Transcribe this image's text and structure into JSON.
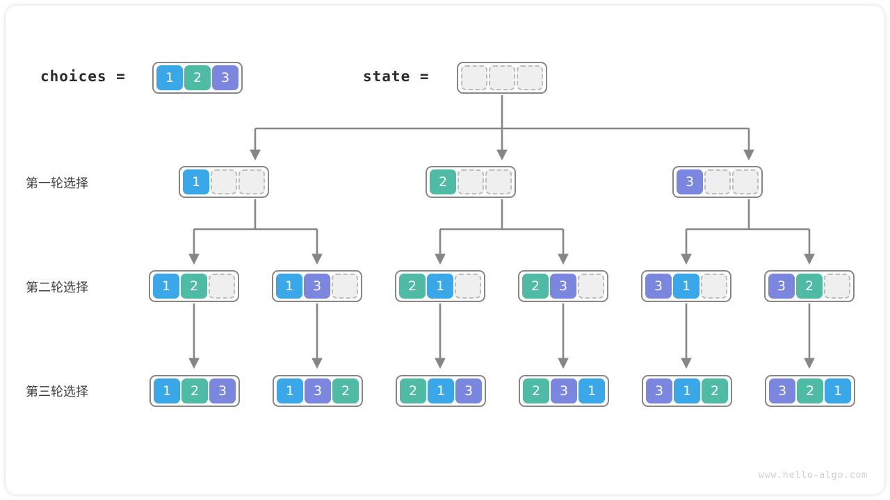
{
  "meta": {
    "watermark": "www.hello-algo.com",
    "title": "Permutation backtracking tree"
  },
  "colors": {
    "value_1": "#3aa8e8",
    "value_2": "#4fbba5",
    "value_3": "#7b86df",
    "empty_fill": "#efefef",
    "empty_border": "#bdbdbd",
    "array_border": "#868686",
    "wire": "#868686",
    "label_text": "#3d3d3d",
    "watermark_text": "#d2d2d2"
  },
  "header": {
    "choices_label": "choices =",
    "choices_values": [
      1,
      2,
      3
    ],
    "state_label": "state =",
    "state_values": [
      null,
      null,
      null
    ]
  },
  "rows": [
    {
      "label": "第一轮选择",
      "nodes": [
        {
          "values": [
            1,
            null,
            null
          ]
        },
        {
          "values": [
            2,
            null,
            null
          ]
        },
        {
          "values": [
            3,
            null,
            null
          ]
        }
      ]
    },
    {
      "label": "第二轮选择",
      "nodes": [
        {
          "values": [
            1,
            2,
            null
          ]
        },
        {
          "values": [
            1,
            3,
            null
          ]
        },
        {
          "values": [
            2,
            1,
            null
          ]
        },
        {
          "values": [
            2,
            3,
            null
          ]
        },
        {
          "values": [
            3,
            1,
            null
          ]
        },
        {
          "values": [
            3,
            2,
            null
          ]
        }
      ]
    },
    {
      "label": "第三轮选择",
      "nodes": [
        {
          "values": [
            1,
            2,
            3
          ]
        },
        {
          "values": [
            1,
            3,
            2
          ]
        },
        {
          "values": [
            2,
            1,
            3
          ]
        },
        {
          "values": [
            2,
            3,
            1
          ]
        },
        {
          "values": [
            3,
            1,
            2
          ]
        },
        {
          "values": [
            3,
            2,
            1
          ]
        }
      ]
    }
  ]
}
